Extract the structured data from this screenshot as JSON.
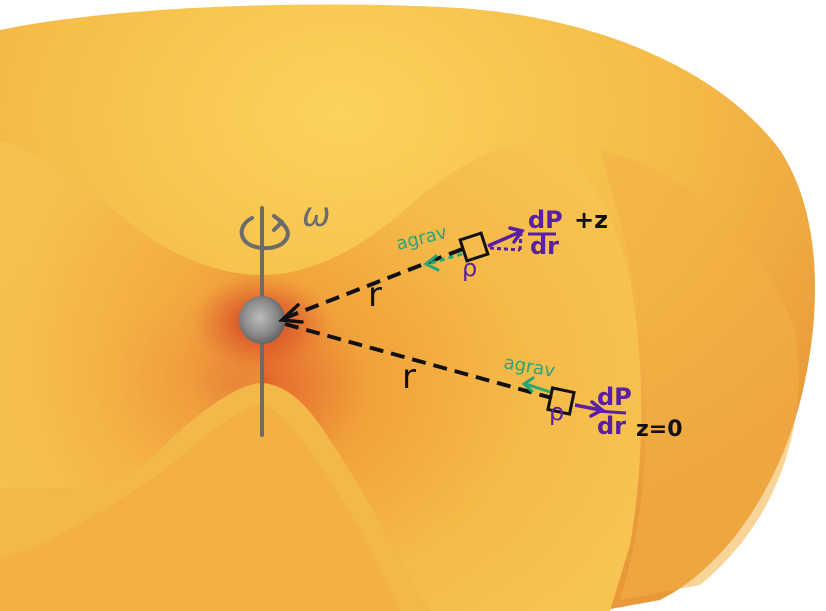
{
  "labels": {
    "omega": "ω",
    "r_upper": "r",
    "r_lower": "r",
    "agrav_upper": "agrav",
    "agrav_lower": "agrav",
    "rho_upper": "ρ",
    "rho_lower": "ρ",
    "dP_upper": "dP",
    "dr_upper": "dr",
    "dP_lower": "dP",
    "dr_lower": "dr",
    "plus_z": "+z",
    "z_zero": "z=0"
  },
  "colors": {
    "torus_light": "#f9cf55",
    "torus_mid": "#f4b545",
    "torus_dark": "#e7962f",
    "inner_red": "#d8452a",
    "gray": "#6b6b6b",
    "gravity_green": "#27a776",
    "pressure_purple": "#5a1fa3",
    "ink": "#111111"
  }
}
